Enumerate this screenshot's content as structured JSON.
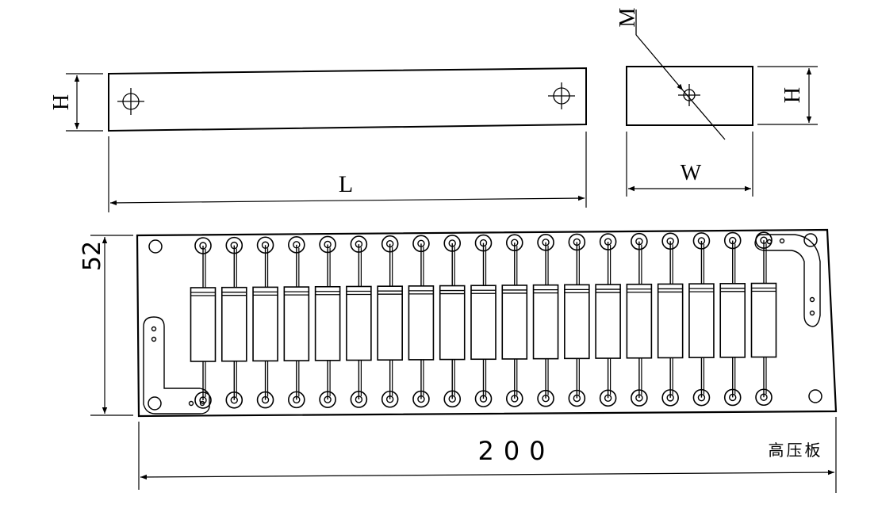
{
  "colors": {
    "ink": "#000000",
    "paper": "#ffffff"
  },
  "top_view": {
    "height_label": "H",
    "length_label": "L"
  },
  "side_view": {
    "height_label": "H",
    "width_label": "W",
    "hole_label": "M"
  },
  "board": {
    "height_value": "52",
    "width_value": "200",
    "name": "高压板",
    "resistor_count": 19
  },
  "icons": {
    "mount_hole": "crosshair-hole-icon",
    "eyelet": "eyelet-ring-icon"
  }
}
